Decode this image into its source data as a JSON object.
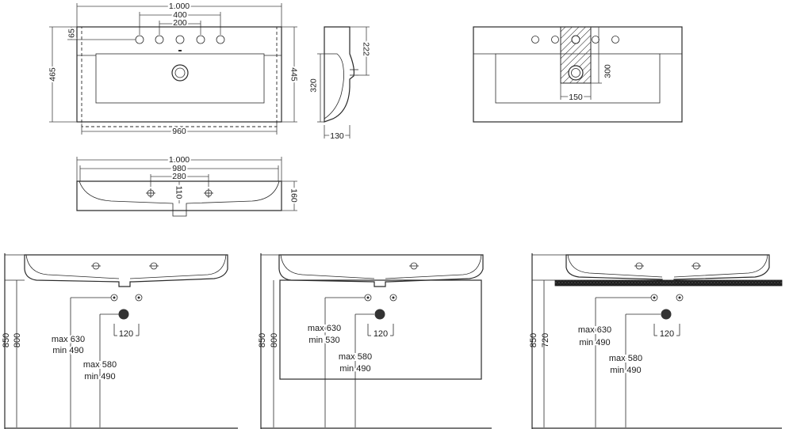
{
  "top_view": {
    "overall_width": "1.000",
    "tap_spacing_outer": "400",
    "tap_spacing_inner": "200",
    "tap_offset": "65",
    "depth_total": "465",
    "depth_inner": "445",
    "bottom_width": "960"
  },
  "side_view": {
    "height_top": "222",
    "height_total": "320",
    "depth": "130"
  },
  "detail_view": {
    "width": "150",
    "height": "300"
  },
  "front_view": {
    "overall_width": "1.000",
    "inner_width": "980",
    "bracket_spacing": "280",
    "drain_height": "110",
    "height": "160"
  },
  "installation_wall": {
    "rim_height": "850",
    "underside_height": "800",
    "supply_range": "max 630\nmin 490",
    "supply_max": "max 630",
    "supply_min": "min 490",
    "waste_max": "max 580",
    "waste_min": "min 490",
    "spacing": "120"
  },
  "installation_cabinet": {
    "rim_height": "850",
    "cabinet_height": "800",
    "supply_max": "max 630",
    "supply_min": "min 530",
    "waste_max": "max 580",
    "waste_min": "min 490",
    "spacing": "120"
  },
  "installation_countertop": {
    "rim_height": "850",
    "counter_height": "720",
    "supply_max": "max 630",
    "supply_min": "min 490",
    "waste_max": "max 580",
    "waste_min": "min 490",
    "spacing": "120"
  }
}
